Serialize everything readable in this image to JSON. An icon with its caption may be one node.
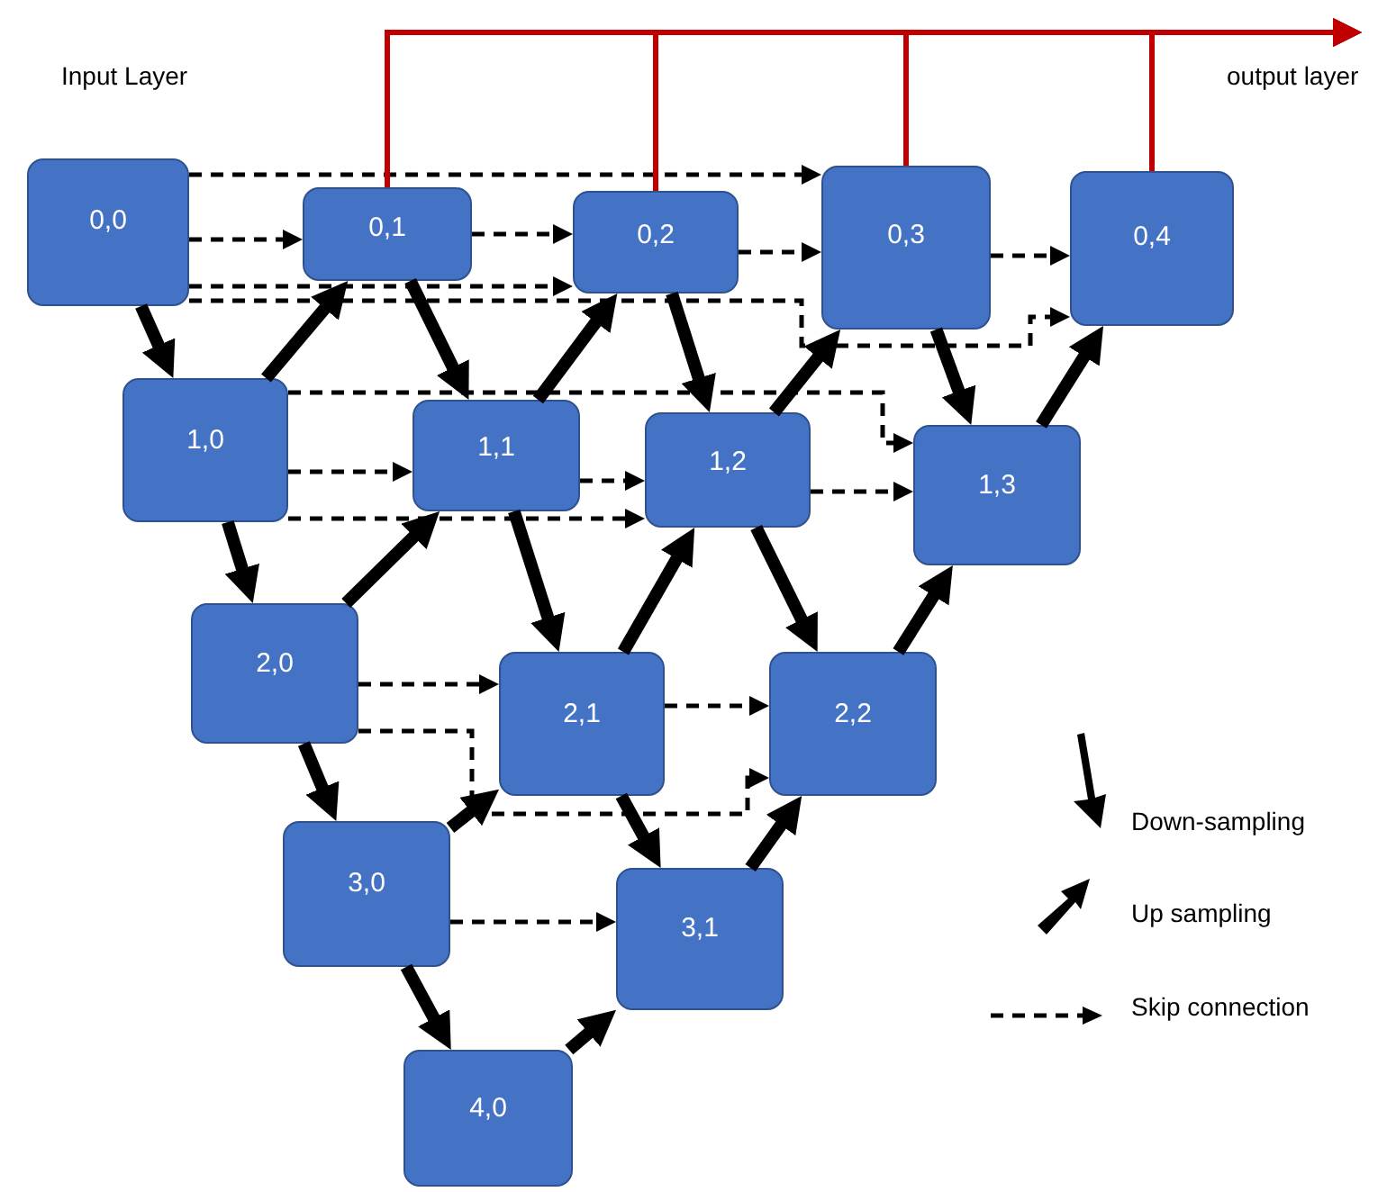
{
  "diagram": {
    "nodes": [
      {
        "text": [
          "0,0"
        ]
      },
      {
        "text": [
          "0,1"
        ]
      },
      {
        "text": [
          "0,2"
        ]
      },
      {
        "text": [
          "0,3"
        ]
      },
      {
        "text": [
          "0,4"
        ]
      },
      {
        "text": [
          "1,0"
        ]
      },
      {
        "text": [
          "1,1"
        ]
      },
      {
        "text": [
          "1,2"
        ]
      },
      {
        "text": [
          "1,3"
        ]
      },
      {
        "text": [
          "2,0"
        ]
      },
      {
        "text": [
          "2,1"
        ]
      },
      {
        "text": [
          "2,2"
        ]
      },
      {
        "text": [
          "3,0"
        ]
      },
      {
        "text": [
          "3,1"
        ]
      },
      {
        "text": [
          "4,0"
        ]
      }
    ],
    "edges": [
      {
        "from": 0,
        "to": 5,
        "arrow": "to",
        "style": "thick"
      },
      {
        "from": 5,
        "to": 9,
        "arrow": "to",
        "style": "thick"
      },
      {
        "from": 9,
        "to": 12,
        "arrow": "to",
        "style": "thick"
      },
      {
        "from": 12,
        "to": 14,
        "arrow": "to",
        "style": "thick"
      },
      {
        "from": 1,
        "to": 6,
        "arrow": "to",
        "style": "thick"
      },
      {
        "from": 6,
        "to": 10,
        "arrow": "to",
        "style": "thick"
      },
      {
        "from": 10,
        "to": 13,
        "arrow": "to",
        "style": "thick"
      },
      {
        "from": 2,
        "to": 7,
        "arrow": "to",
        "style": "thick"
      },
      {
        "from": 7,
        "to": 11,
        "arrow": "to",
        "style": "thick"
      },
      {
        "from": 3,
        "to": 8,
        "arrow": "to",
        "style": "thick"
      },
      {
        "from": 5,
        "to": 1,
        "arrow": "to",
        "style": "thick"
      },
      {
        "from": 9,
        "to": 6,
        "arrow": "to",
        "style": "thick"
      },
      {
        "from": 12,
        "to": 10,
        "arrow": "to",
        "style": "thick"
      },
      {
        "from": 14,
        "to": 13,
        "arrow": "to",
        "style": "thick"
      },
      {
        "from": 6,
        "to": 2,
        "arrow": "to",
        "style": "thick"
      },
      {
        "from": 10,
        "to": 7,
        "arrow": "to",
        "style": "thick"
      },
      {
        "from": 13,
        "to": 11,
        "arrow": "to",
        "style": "thick"
      },
      {
        "from": 7,
        "to": 3,
        "arrow": "to",
        "style": "thick"
      },
      {
        "from": 11,
        "to": 8,
        "arrow": "to",
        "style": "thick"
      },
      {
        "from": 8,
        "to": 4,
        "arrow": "to",
        "style": "thick"
      },
      {
        "from": 0,
        "to": 1,
        "arrow": "to",
        "style": "dashed"
      },
      {
        "from": 0,
        "to": 2,
        "arrow": "to",
        "style": "dashed"
      },
      {
        "from": 0,
        "to": 3,
        "arrow": "to",
        "style": "dashed"
      },
      {
        "from": 0,
        "to": 4,
        "arrow": "to",
        "style": "dashed"
      },
      {
        "from": 1,
        "to": 2,
        "arrow": "to",
        "style": "dashed"
      },
      {
        "from": 2,
        "to": 3,
        "arrow": "to",
        "style": "dashed"
      },
      {
        "from": 3,
        "to": 4,
        "arrow": "to",
        "style": "dashed"
      },
      {
        "from": 5,
        "to": 6,
        "arrow": "to",
        "style": "dashed"
      },
      {
        "from": 5,
        "to": 7,
        "arrow": "to",
        "style": "dashed"
      },
      {
        "from": 5,
        "to": 8,
        "arrow": "to",
        "style": "dashed"
      },
      {
        "from": 6,
        "to": 7,
        "arrow": "to",
        "style": "dashed"
      },
      {
        "from": 7,
        "to": 8,
        "arrow": "to",
        "style": "dashed"
      },
      {
        "from": 9,
        "to": 10,
        "arrow": "to",
        "style": "dashed"
      },
      {
        "from": 9,
        "to": 11,
        "arrow": "to",
        "style": "dashed"
      },
      {
        "from": 10,
        "to": 11,
        "arrow": "to",
        "style": "dashed"
      },
      {
        "from": 12,
        "to": 13,
        "arrow": "to",
        "style": "dashed"
      },
      {
        "from": 1,
        "to": null,
        "arrow": "to",
        "color": "#c00000"
      },
      {
        "from": 2,
        "to": null,
        "arrow": "to",
        "color": "#c00000"
      },
      {
        "from": 3,
        "to": null,
        "arrow": "to",
        "color": "#c00000"
      },
      {
        "from": 4,
        "to": null,
        "arrow": "to",
        "color": "#c00000"
      }
    ],
    "labels": [
      "Input Layer",
      "output layer"
    ],
    "legend": [
      {
        "text": "Down-sampling"
      },
      {
        "text": "Up sampling"
      },
      {
        "text": "Skip connection"
      }
    ]
  }
}
